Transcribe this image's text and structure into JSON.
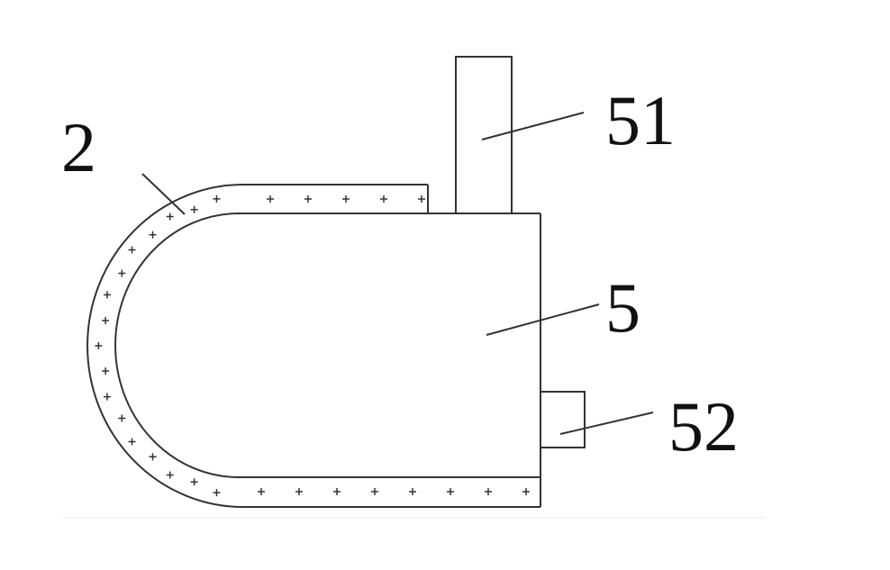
{
  "labels": {
    "part_2": "2",
    "part_51": "51",
    "part_5": "5",
    "part_52": "52"
  },
  "colors": {
    "stroke": "#333333",
    "text": "#111111"
  }
}
